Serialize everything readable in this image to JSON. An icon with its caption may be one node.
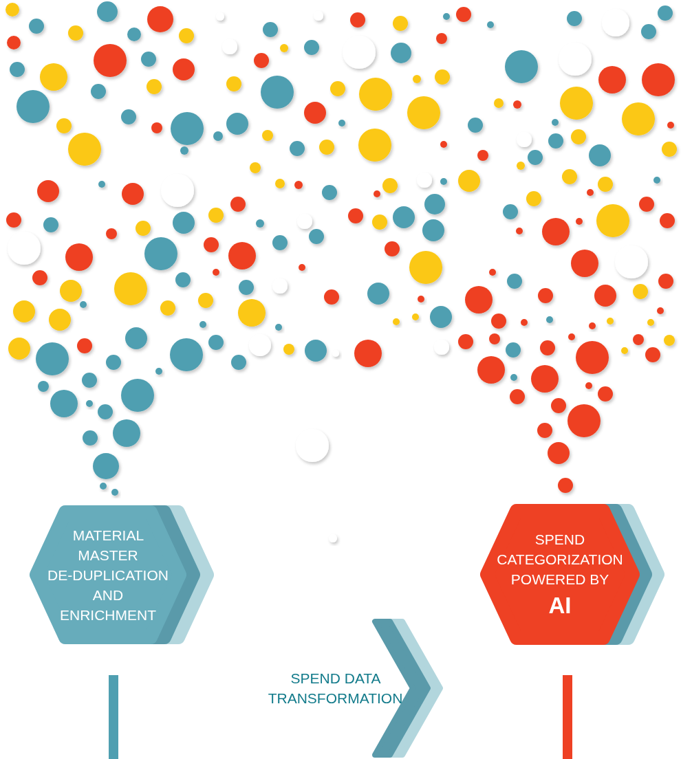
{
  "diagram": {
    "nodes": [
      {
        "text": [
          "MATERIAL MASTER DE-DUPLICATION AND ENRICHMENT"
        ]
      },
      {
        "text": [
          "SPEND CATEGORIZATION POWERED BY",
          "AI"
        ]
      },
      {
        "text": [
          "SPEND DATA TRANSFORMATION"
        ]
      },
      {
        "text": [],
        "shape": "bar"
      },
      {
        "text": [],
        "shape": "bar"
      }
    ]
  }
}
